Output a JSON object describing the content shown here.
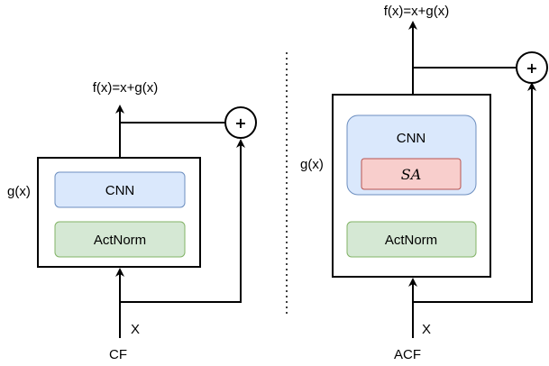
{
  "left": {
    "output_label": "f(x)=x+g(x)",
    "g_label": "g(x)",
    "cnn_label": "CNN",
    "actnorm_label": "ActNorm",
    "input_label": "X",
    "name_label": "CF",
    "plus_symbol": "+"
  },
  "right": {
    "output_label": "f(x)=x+g(x)",
    "g_label": "g(x)",
    "cnn_label": "CNN",
    "sa_label": "SA",
    "actnorm_label": "ActNorm",
    "input_label": "X",
    "name_label": "ACF",
    "plus_symbol": "+"
  },
  "colors": {
    "cnn_fill": "#dae8fc",
    "cnn_stroke": "#6c8ebf",
    "actnorm_fill": "#d5e8d4",
    "actnorm_stroke": "#82b366",
    "sa_fill": "#f8cecc",
    "sa_stroke": "#b85450"
  }
}
